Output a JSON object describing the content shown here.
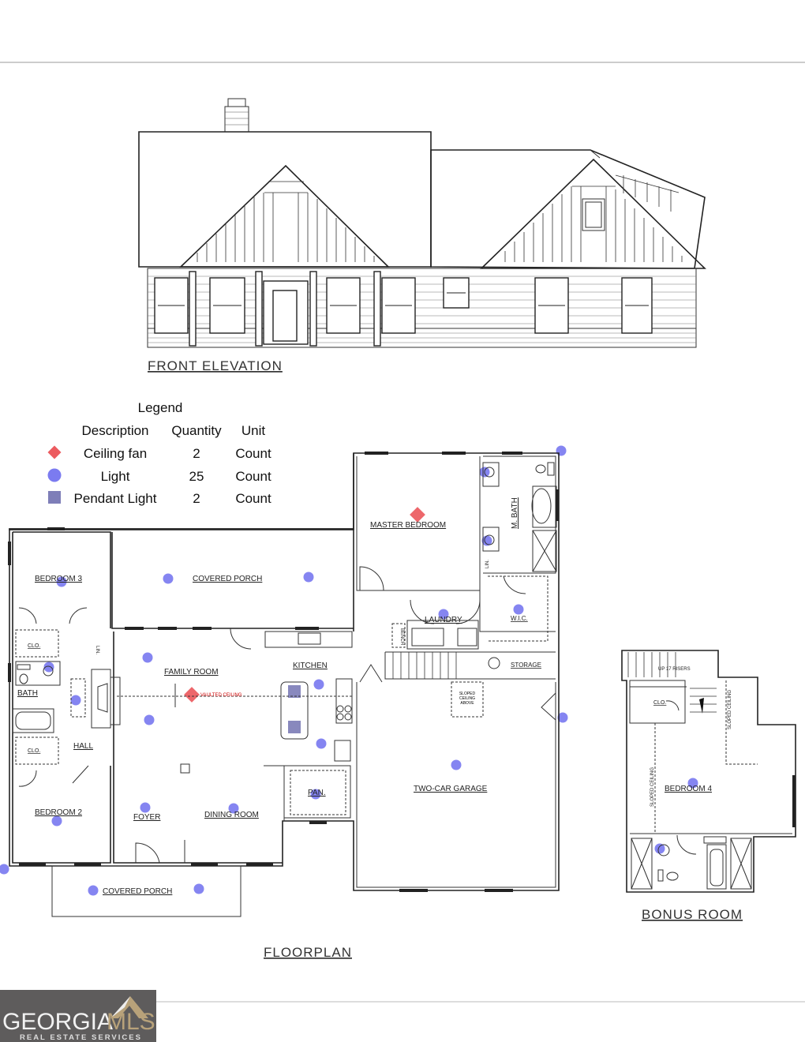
{
  "elevation": {
    "title": "FRONT ELEVATION"
  },
  "legend": {
    "title": "Legend",
    "headers": {
      "description": "Description",
      "quantity": "Quantity",
      "unit": "Unit"
    },
    "items": [
      {
        "description": "Ceiling fan",
        "quantity": "2",
        "unit": "Count",
        "icon": "red-diamond",
        "color": "#ec5b5f"
      },
      {
        "description": "Light",
        "quantity": "25",
        "unit": "Count",
        "icon": "blue-circle",
        "color": "#7b7bf0"
      },
      {
        "description": "Pendant Light",
        "quantity": "2",
        "unit": "Count",
        "icon": "purple-square",
        "color": "#7e7eb8"
      }
    ]
  },
  "floorplan": {
    "title": "FLOORPLAN",
    "rooms": {
      "master_bedroom": "MASTER BEDROOM",
      "m_bath": "M. BATH",
      "lin": "LIN.",
      "laundry": "LAUNDRY",
      "wic": "W.I.C.",
      "bench": "BENCH",
      "storage": "STORAGE",
      "sloped": "SLOPED CEILING ABOVE",
      "garage": "TWO-CAR GARAGE",
      "bedroom3": "BEDROOM 3",
      "covered_porch_rear": "COVERED PORCH",
      "clo1": "CLO.",
      "lin2": "LIN.",
      "bath": "BATH",
      "clo2": "CLO.",
      "hall": "HALL",
      "family_room": "FAMILY ROOM",
      "vaulted": "VAULTED CEILING",
      "kitchen": "KITCHEN",
      "pantry": "PAN.",
      "bedroom2": "BEDROOM 2",
      "foyer": "FOYER",
      "dining_room": "DINING ROOM",
      "covered_porch_front": "COVERED PORCH"
    }
  },
  "bonus": {
    "title": "BONUS ROOM",
    "rooms": {
      "stairs": "UP 17 RISERS",
      "clo": "CLO.",
      "sloped1": "SLOPED CEILING",
      "sloped2": "SLOPED CEILING",
      "bedroom4": "BEDROOM 4"
    }
  },
  "logo": {
    "brand": "GEORGIA",
    "brand_accent": "MLS",
    "tagline": "REAL ESTATE SERVICES"
  }
}
